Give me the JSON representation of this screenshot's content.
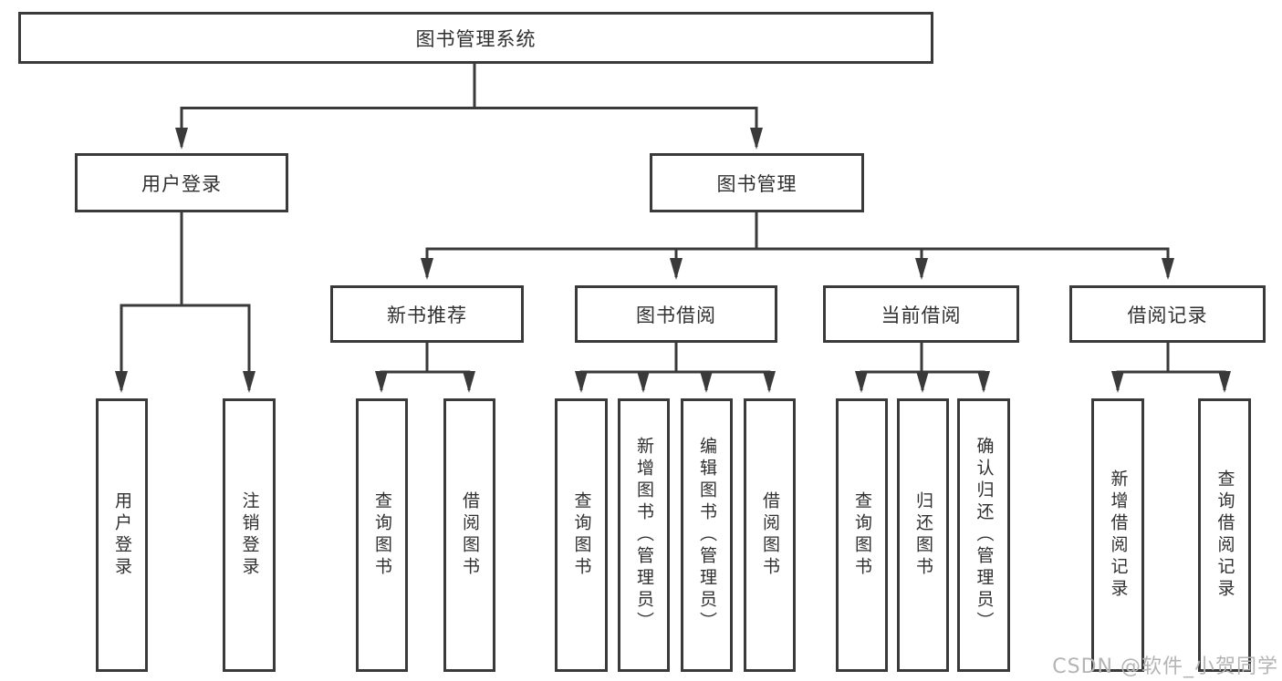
{
  "diagram": {
    "type": "hierarchy-tree",
    "title": "图书管理系统"
  },
  "tree": {
    "label": "图书管理系统",
    "children": [
      {
        "label": "用户登录",
        "children": [
          {
            "label": "用户登录"
          },
          {
            "label": "注销登录"
          }
        ]
      },
      {
        "label": "图书管理",
        "children": [
          {
            "label": "新书推荐",
            "children": [
              {
                "label": "查询图书"
              },
              {
                "label": "借阅图书"
              }
            ]
          },
          {
            "label": "图书借阅",
            "children": [
              {
                "label": "查询图书"
              },
              {
                "label": "新增图书（管理员）"
              },
              {
                "label": "编辑图书（管理员）"
              },
              {
                "label": "借阅图书"
              }
            ]
          },
          {
            "label": "当前借阅",
            "children": [
              {
                "label": "查询图书"
              },
              {
                "label": "归还图书"
              },
              {
                "label": "确认归还（管理员）"
              }
            ]
          },
          {
            "label": "借阅记录",
            "children": [
              {
                "label": "新增借阅记录"
              },
              {
                "label": "查询借阅记录"
              }
            ]
          }
        ]
      }
    ]
  },
  "watermark": {
    "text": "CSDN @软件_小贺同学"
  },
  "colors": {
    "line": "#3a3a3a",
    "box_border": "#3a3a3a",
    "box_background": "#ffffff",
    "text": "#303030",
    "watermark": "#b4b4b4"
  }
}
